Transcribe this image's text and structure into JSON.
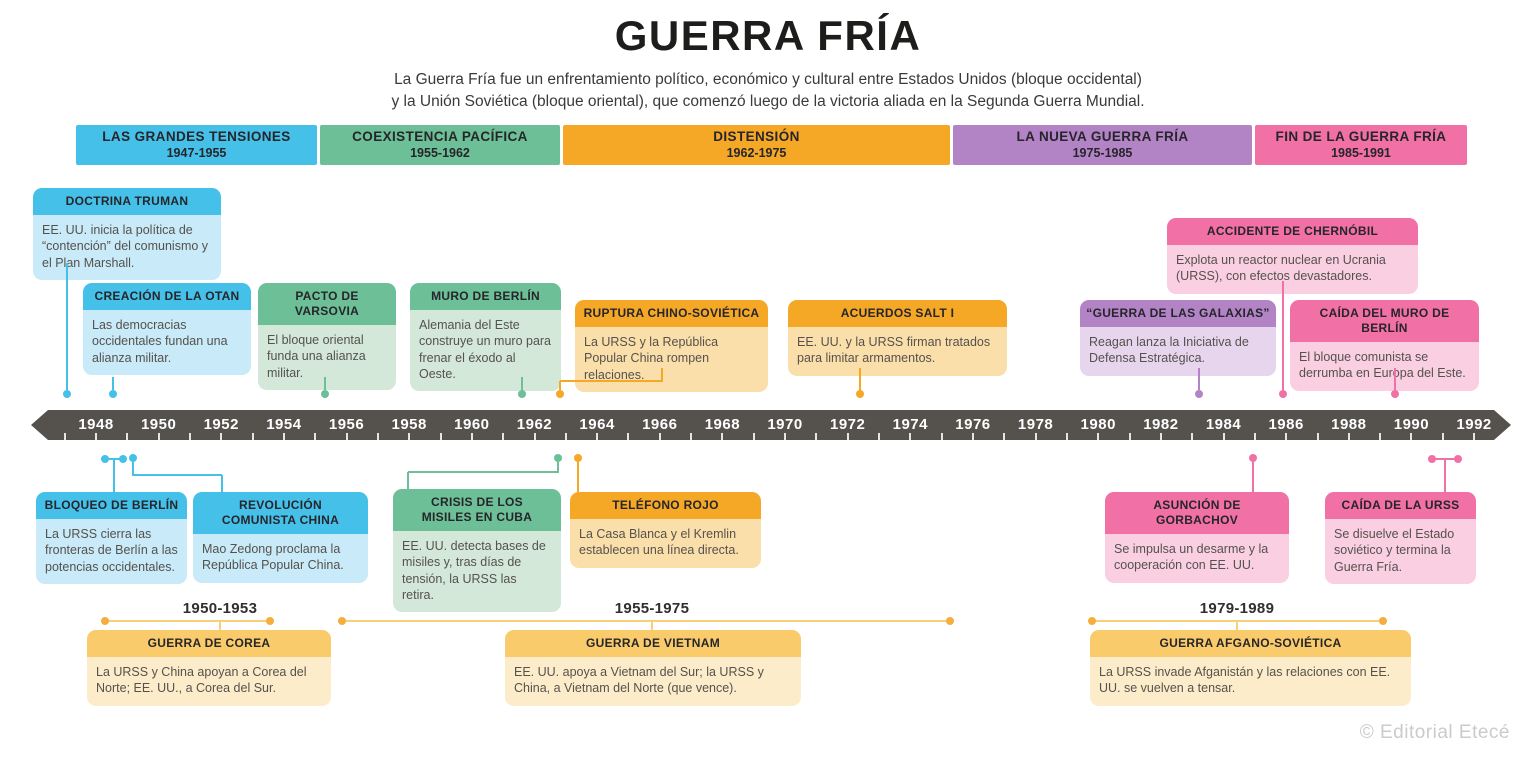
{
  "header": {
    "title": "GUERRA FRÍA",
    "subtitle_line1": "La Guerra Fría fue un enfrentamiento político, económico y cultural entre Estados Unidos (bloque occidental)",
    "subtitle_line2": "y la Unión Soviética (bloque oriental), que comenzó luego de la victoria aliada en la Segunda Guerra Mundial."
  },
  "eras": [
    {
      "name": "LAS GRANDES TENSIONES",
      "years": "1947-1955"
    },
    {
      "name": "COEXISTENCIA PACÍFICA",
      "years": "1955-1962"
    },
    {
      "name": "DISTENSIÓN",
      "years": "1962-1975"
    },
    {
      "name": "LA NUEVA GUERRA FRÍA",
      "years": "1975-1985"
    },
    {
      "name": "FIN DE LA GUERRA FRÍA",
      "years": "1985-1991"
    }
  ],
  "axis": {
    "years": [
      "1948",
      "1950",
      "1952",
      "1954",
      "1956",
      "1958",
      "1960",
      "1962",
      "1964",
      "1966",
      "1968",
      "1970",
      "1972",
      "1974",
      "1976",
      "1978",
      "1980",
      "1982",
      "1984",
      "1986",
      "1988",
      "1990",
      "1992"
    ]
  },
  "cards": {
    "truman": {
      "title": "DOCTRINA TRUMAN",
      "body": "EE. UU. inicia la política de “contención” del comunismo y el Plan Marshall."
    },
    "otan": {
      "title": "CREACIÓN DE LA OTAN",
      "body": "Las democracias occidentales fundan una alianza militar."
    },
    "varsovia": {
      "title": "PACTO DE VARSOVIA",
      "body": "El bloque oriental funda una alianza militar."
    },
    "muro": {
      "title": "MURO DE BERLÍN",
      "body": "Alemania del Este construye un muro para frenar el éxodo al Oeste."
    },
    "ruptura": {
      "title": "RUPTURA CHINO-SOVIÉTICA",
      "body": "La URSS y la República Popular China rompen relaciones."
    },
    "salt": {
      "title": "ACUERDOS SALT I",
      "body": "EE. UU. y la URSS firman tratados para limitar armamentos."
    },
    "chernobil": {
      "title": "ACCIDENTE DE CHERNÓBIL",
      "body": "Explota un reactor nuclear en Ucrania (URSS), con efectos devastadores."
    },
    "galaxias": {
      "title": "“GUERRA DE LAS GALAXIAS”",
      "body": "Reagan lanza la Iniciativa de Defensa Estratégica."
    },
    "caida_muro": {
      "title": "CAÍDA DEL MURO DE BERLÍN",
      "body": "El bloque comunista se derrumba en Europa del Este."
    },
    "bloqueo": {
      "title": "BLOQUEO DE BERLÍN",
      "body": "La URSS cierra las fronteras de Berlín a las potencias occidentales."
    },
    "revolucion": {
      "title": "REVOLUCIÓN COMUNISTA CHINA",
      "body": "Mao Zedong proclama la República Popular China."
    },
    "crisis": {
      "title": "CRISIS DE LOS MISILES EN CUBA",
      "body": "EE. UU. detecta bases de misiles y, tras días de tensión, la URSS las retira."
    },
    "telefono": {
      "title": "TELÉFONO ROJO",
      "body": "La Casa Blanca y el Kremlin establecen una línea directa."
    },
    "gorbachov": {
      "title": "ASUNCIÓN DE GORBACHOV",
      "body": "Se impulsa un desarme y la cooperación con EE. UU."
    },
    "caida_urss": {
      "title": "CAÍDA DE LA URSS",
      "body": "Se disuelve el Estado soviético y termina la Guerra Fría."
    },
    "corea": {
      "title": "GUERRA DE COREA",
      "body": "La URSS y China apoyan a Corea del Norte; EE. UU., a Corea del Sur."
    },
    "vietnam": {
      "title": "GUERRA DE VIETNAM",
      "body": "EE. UU. apoya a Vietnam del Sur; la URSS y China, a Vietnam del Norte (que vence)."
    },
    "afgano": {
      "title": "GUERRA AFGANO-SOVIÉTICA",
      "body": "La URSS invade Afganistán y las relaciones con EE. UU. se vuelven a tensar."
    }
  },
  "wars": {
    "corea_label": "1950-1953",
    "vietnam_label": "1955-1975",
    "afgano_label": "1979-1989"
  },
  "footer": {
    "copyright": "© Editorial Etecé"
  },
  "colors": {
    "blue": "#45c1e9",
    "blue_light": "#c9eaf8",
    "green": "#6cbf96",
    "green_light": "#d4e8d9",
    "orange": "#f5a726",
    "orange_light": "#fbdfab",
    "purple": "#b384c5",
    "purple_light": "#e6d5ec",
    "pink": "#f170a6",
    "pink_light": "#f9cfe1",
    "gold": "#f9cb6a",
    "gold_light": "#fdecca",
    "gold_bracket_line": "#f8d07a",
    "gold_bracket_dot": "#f5ae3d",
    "axis": "#55524e"
  }
}
